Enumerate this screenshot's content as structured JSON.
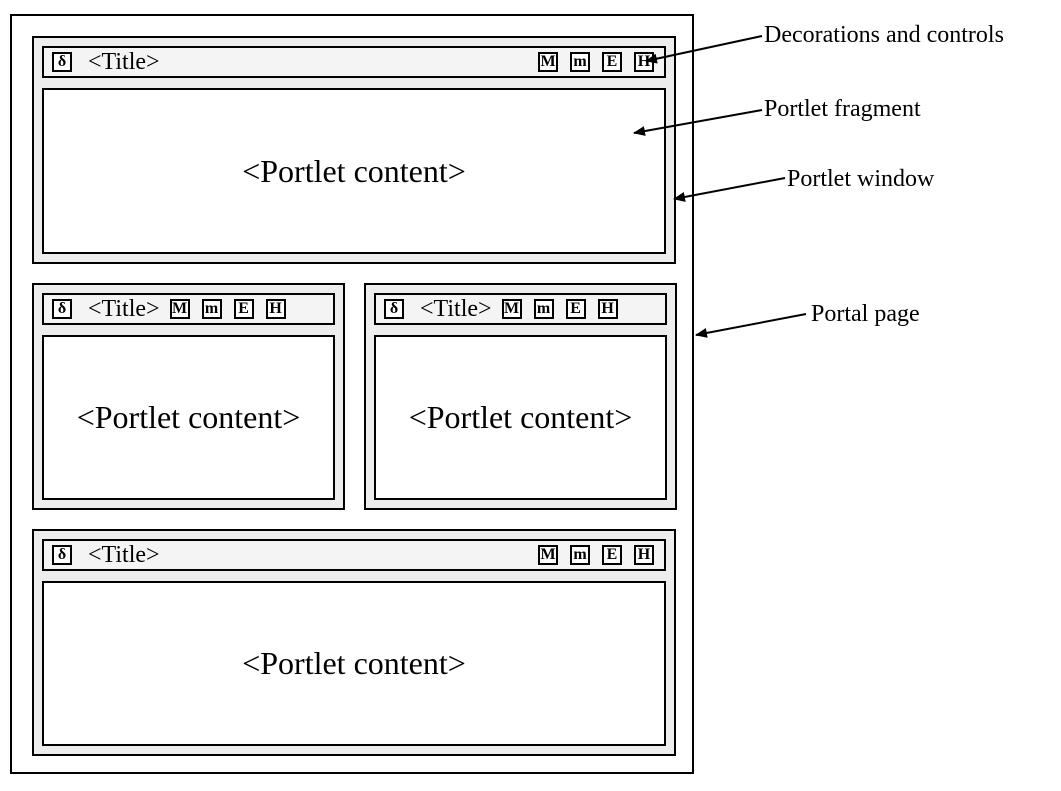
{
  "controls": {
    "menu": "δ",
    "maximize": "M",
    "minimize": "m",
    "edit": "E",
    "help": "H"
  },
  "portlets": [
    {
      "title": "<Title>",
      "content": "<Portlet content>"
    },
    {
      "title": "<Title>",
      "content": "<Portlet content>"
    },
    {
      "title": "<Title>",
      "content": "<Portlet content>"
    },
    {
      "title": "<Title>",
      "content": "<Portlet content>"
    }
  ],
  "callouts": {
    "decorations": "Decorations and controls",
    "fragment": "Portlet fragment",
    "window": "Portlet window",
    "page": "Portal page"
  }
}
